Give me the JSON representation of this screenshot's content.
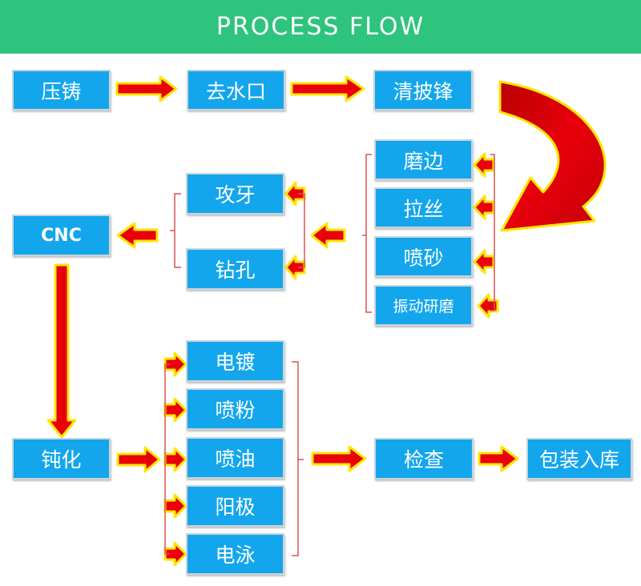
{
  "header": {
    "title": "PROCESS FLOW"
  },
  "nodes": {
    "die_casting": "压铸",
    "degating": "去水口",
    "deburring": "清披锋",
    "grinding": "磨边",
    "wire_drawing": "拉丝",
    "sandblasting": "喷砂",
    "vibratory_finishing": "振动研磨",
    "tapping": "攻牙",
    "drilling": "钻孔",
    "cnc": "CNC",
    "passivation": "钝化",
    "electroplating": "电镀",
    "powder_coating": "喷粉",
    "painting": "喷油",
    "anodizing": "阳极",
    "electrophoresis": "电泳",
    "inspection": "检查",
    "packaging": "包装入库"
  },
  "colors": {
    "header_bg": "#2ec47e",
    "node_bg": "#13a6ec",
    "arrow_fill": "#e8000b",
    "arrow_outline": "#ffe600",
    "bracket": "#d9534f"
  }
}
